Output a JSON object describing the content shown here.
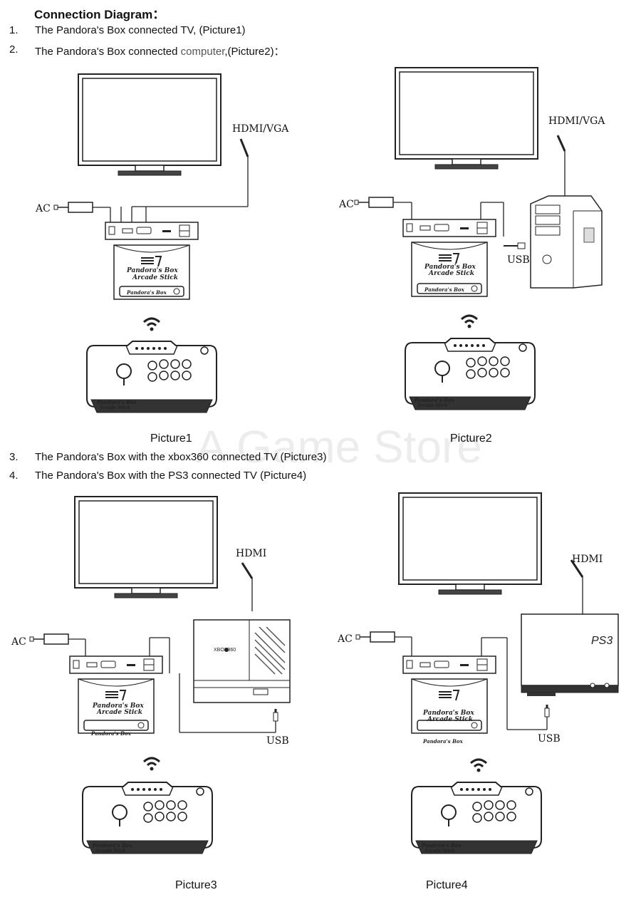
{
  "heading": "Connection Diagram：",
  "watermark": "A Game Store",
  "items": [
    {
      "num": "1.",
      "text": "The Pandora's Box connected TV, (Picture1)"
    },
    {
      "num": "2.",
      "text_prefix": "The Pandora's Box connected ",
      "text_link": "computer",
      "text_suffix": ",(Picture2)："
    },
    {
      "num": "3.",
      "text": "The Pandora's Box with the xbox360 connected TV (Picture3)"
    },
    {
      "num": "4.",
      "text": "The Pandora's Box with the PS3 connected TV (Picture4)"
    }
  ],
  "captions": [
    "Picture1",
    "Picture2",
    "Picture3",
    "Picture4"
  ],
  "labels": {
    "ac": "AC",
    "hdmi_vga": "HDMI/VGA",
    "hdmi": "HDMI",
    "usb": "USB",
    "ps3": "PS3",
    "xbox360": "XBOX360",
    "box_line1": "Pandora's Box",
    "box_line2": "Arcade Stick",
    "box_plate": "Pandora's Box",
    "stick_line1": "Pandora's Box",
    "stick_line2": "Arcade Stick"
  }
}
